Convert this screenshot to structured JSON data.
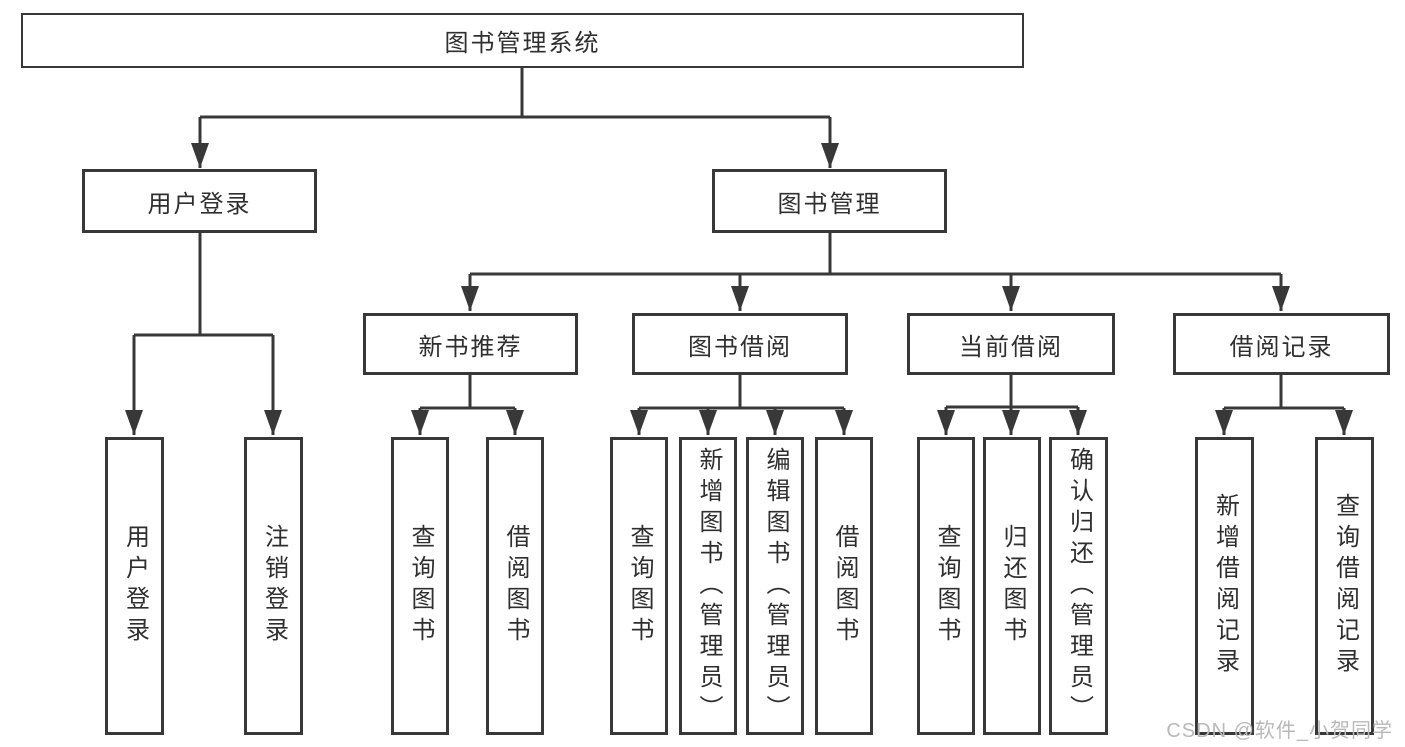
{
  "diagram": {
    "tree": {
      "root": {
        "label": "图书管理系统"
      },
      "branches": [
        {
          "label": "用户登录",
          "children": [
            {
              "label": "用户登录"
            },
            {
              "label": "注销登录"
            }
          ]
        },
        {
          "label": "图书管理",
          "children": [
            {
              "label": "新书推荐",
              "children": [
                {
                  "label": "查询图书"
                },
                {
                  "label": "借阅图书"
                }
              ]
            },
            {
              "label": "图书借阅",
              "children": [
                {
                  "label": "查询图书"
                },
                {
                  "label": "新增图书（管理员）"
                },
                {
                  "label": "编辑图书（管理员）"
                },
                {
                  "label": "借阅图书"
                }
              ]
            },
            {
              "label": "当前借阅",
              "children": [
                {
                  "label": "查询图书"
                },
                {
                  "label": "归还图书"
                },
                {
                  "label": "确认归还（管理员）"
                }
              ]
            },
            {
              "label": "借阅记录",
              "children": [
                {
                  "label": "新增借阅记录"
                },
                {
                  "label": "查询借阅记录"
                }
              ]
            }
          ]
        }
      ]
    },
    "colors": {
      "line": "#383838",
      "text": "#2f2f2f",
      "background": "#ffffff"
    }
  },
  "watermark": {
    "text": "CSDN @软件_小贺同学",
    "color": "#b9b9b9"
  }
}
